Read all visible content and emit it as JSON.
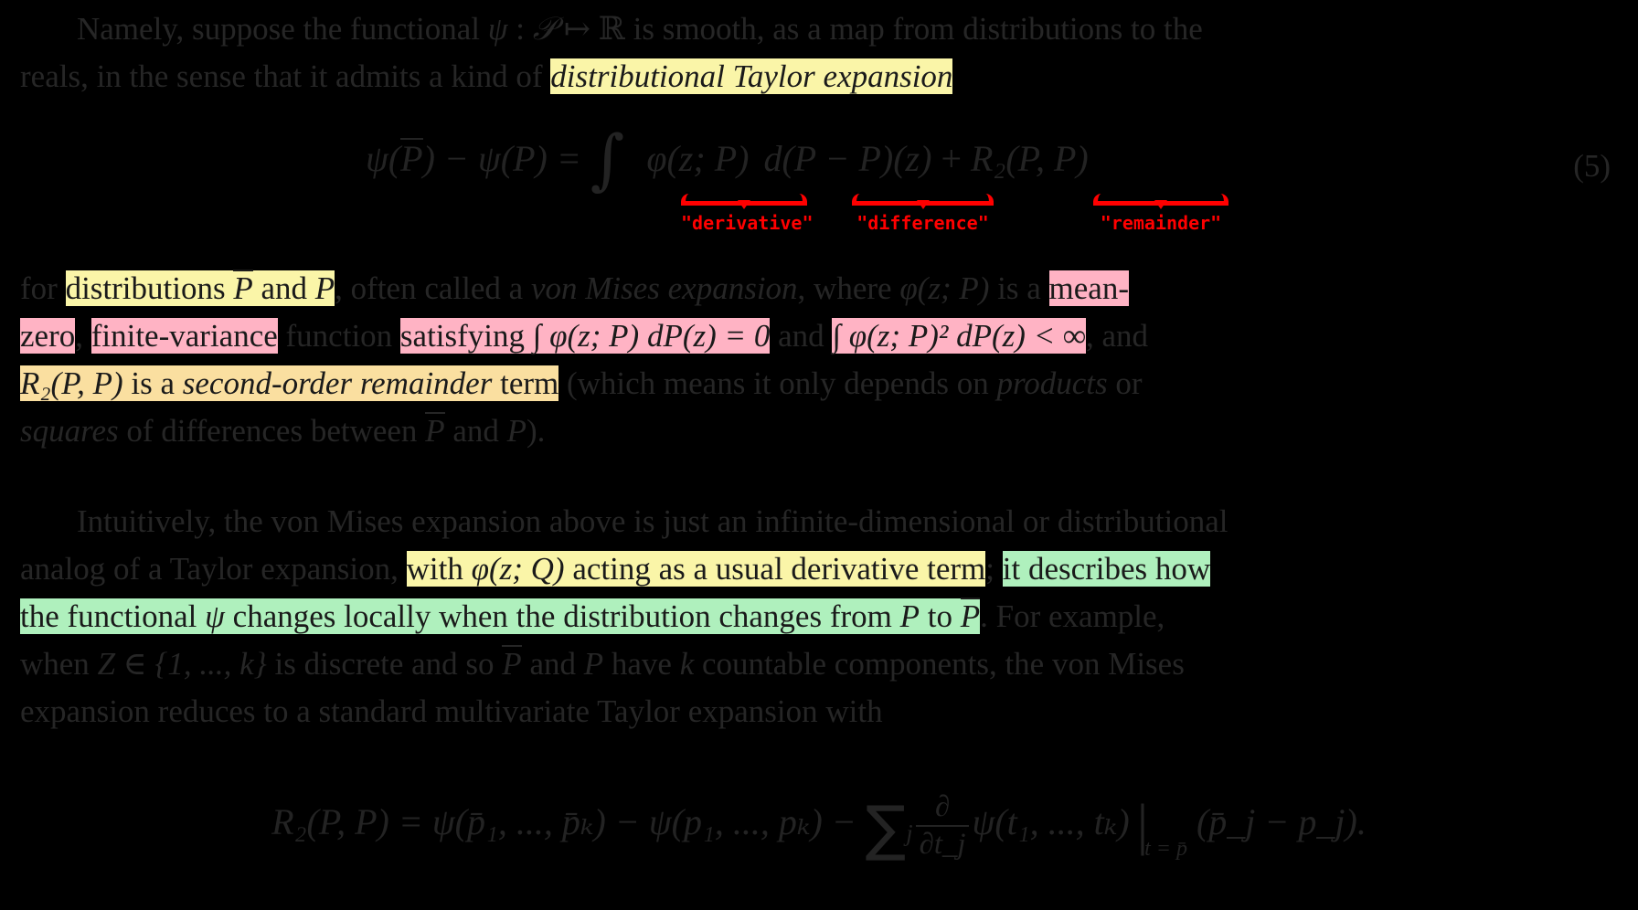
{
  "document": {
    "background_color": "#000000",
    "text_color": "#262626",
    "paragraph_1": {
      "line1_pre": "Namely, suppose the functional ",
      "line1_math_psi": "ψ",
      "line1_math_colon": " : ",
      "line1_math_P": "𝒫",
      "line1_math_mapsto": " ↦ ",
      "line1_math_R": "ℝ",
      "line1_post": " is smooth, as a map from distributions to the",
      "line2_pre": "reals, in the sense that it admits a kind of ",
      "line2_highlight": "distributional Taylor expansion"
    },
    "equation_5": {
      "tag": "(5)",
      "lhs_psi1": "ψ(",
      "lhs_Pbar": "P",
      "lhs_mid": ") − ψ(",
      "lhs_P": "P",
      "lhs_end": ") = ",
      "integral": "∫",
      "derivative_term": "φ(z; P)",
      "difference_term": "d(P − P)(z)",
      "plus": " + ",
      "remainder_term": "R₂(P, P)",
      "annotations": [
        {
          "label": "\"derivative\"",
          "color": "#ff0000"
        },
        {
          "label": "\"difference\"",
          "color": "#ff0000"
        },
        {
          "label": "\"remainder\"",
          "color": "#ff0000"
        }
      ]
    },
    "paragraph_2": {
      "l1_pre": "for ",
      "l1_hl_yellow_a": "distributions ",
      "l1_hl_yellow_Pbar": "P",
      "l1_hl_yellow_and": " and ",
      "l1_hl_yellow_P": "P",
      "l1_mid": ", often called a ",
      "l1_italic": "von Mises expansion",
      "l1_post": ", where ",
      "l1_math": "φ(z; P)",
      "l1_tail": " is a ",
      "l1_hl_pink_end": "mean-",
      "l2_hl_pink_zero": "zero",
      "l2_comma": ", ",
      "l2_hl_pink_fv": "finite-variance",
      "l2_plain": " function ",
      "l2_hl_pink_sat": "satisfying ",
      "l2_hl_pink_eq": "∫ φ(z; P) dP(z) = 0",
      "l2_and": " and ",
      "l2_hl_pink_eq2": "∫ φ(z; P)² dP(z) < ∞",
      "l2_tail": ", and",
      "l3_hl_orange_R2": "R₂(P, P)",
      "l3_hl_orange_isa": " is a ",
      "l3_hl_orange_italic": "second-order remainder",
      "l3_hl_orange_term": " term",
      "l3_plain": " (which means it only depends on ",
      "l3_italic": "products",
      "l3_tail": " or",
      "l4_italic": "squares",
      "l4_plain": " of differences between ",
      "l4_Pbar": "P",
      "l4_and": " and ",
      "l4_P": "P",
      "l4_tail": ")."
    },
    "paragraph_3": {
      "l1_pre": "Intuitively, the von Mises expansion above is just an infinite-dimensional or distributional",
      "l2_pre": "analog of a Taylor expansion, ",
      "l2_hl_yellow_with": "with ",
      "l2_hl_yellow_math": "φ(z; Q)",
      "l2_hl_yellow_rest": " acting as a usual derivative term",
      "l2_semicolon": "; ",
      "l2_hl_green": "it describes how",
      "l3_hl_green_a": "the functional ",
      "l3_hl_green_psi": "ψ",
      "l3_hl_green_b": " changes locally when the distribution changes from ",
      "l3_hl_green_P": "P",
      "l3_hl_green_to": " to ",
      "l3_hl_green_Pbar": "P",
      "l3_tail": ".  For example,",
      "l4_pre": "when ",
      "l4_math": "Z ∈ {1, ..., k}",
      "l4_mid": " is discrete and so ",
      "l4_Pbar": "P",
      "l4_and": " and ",
      "l4_P": "P",
      "l4_have": " have ",
      "l4_k": "k",
      "l4_tail": " countable components, the von Mises",
      "l5": "expansion reduces to a standard multivariate Taylor expansion with"
    },
    "equation_6": {
      "lhs": "R₂(P, P) = ψ(p̄₁, ..., p̄ₖ) − ψ(p₁, ..., pₖ) − ",
      "sum": "∑",
      "sum_index": "j",
      "frac_num": "∂",
      "frac_den": "∂t_j",
      "psi_args": "ψ(t₁, ..., tₖ)",
      "eval_at": "t = p̄",
      "final": "(p̄_j − p_j)."
    },
    "highlight_colors": {
      "yellow": "#faf5a8",
      "pink": "#ffb3c4",
      "orange": "#fadfa0",
      "green": "#aff0bd",
      "annotation_red": "#ff0000"
    }
  }
}
